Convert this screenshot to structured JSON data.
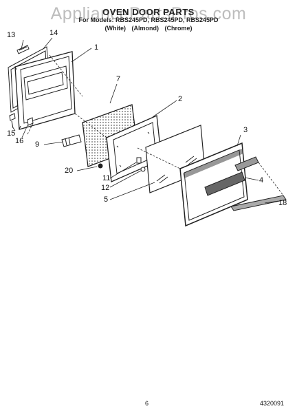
{
  "header": {
    "title": "OVEN DOOR PARTS",
    "models": "For Models: RBS245PD, RBS245PD, RBS245PD",
    "finishes": "(White)  (Almond)  (Chrome)"
  },
  "watermark": "AppliancePartsPros.com",
  "callouts": [
    {
      "id": "13",
      "label": "13"
    },
    {
      "id": "14",
      "label": "14"
    },
    {
      "id": "1",
      "label": "1"
    },
    {
      "id": "7",
      "label": "7"
    },
    {
      "id": "2",
      "label": "2"
    },
    {
      "id": "15",
      "label": "15"
    },
    {
      "id": "16",
      "label": "16"
    },
    {
      "id": "9",
      "label": "9"
    },
    {
      "id": "3",
      "label": "3"
    },
    {
      "id": "20",
      "label": "20"
    },
    {
      "id": "11",
      "label": "11"
    },
    {
      "id": "4",
      "label": "4"
    },
    {
      "id": "12",
      "label": "12"
    },
    {
      "id": "5",
      "label": "5"
    },
    {
      "id": "18",
      "label": "18"
    }
  ],
  "footer": {
    "page_number": "6",
    "doc_number": "4320091"
  }
}
